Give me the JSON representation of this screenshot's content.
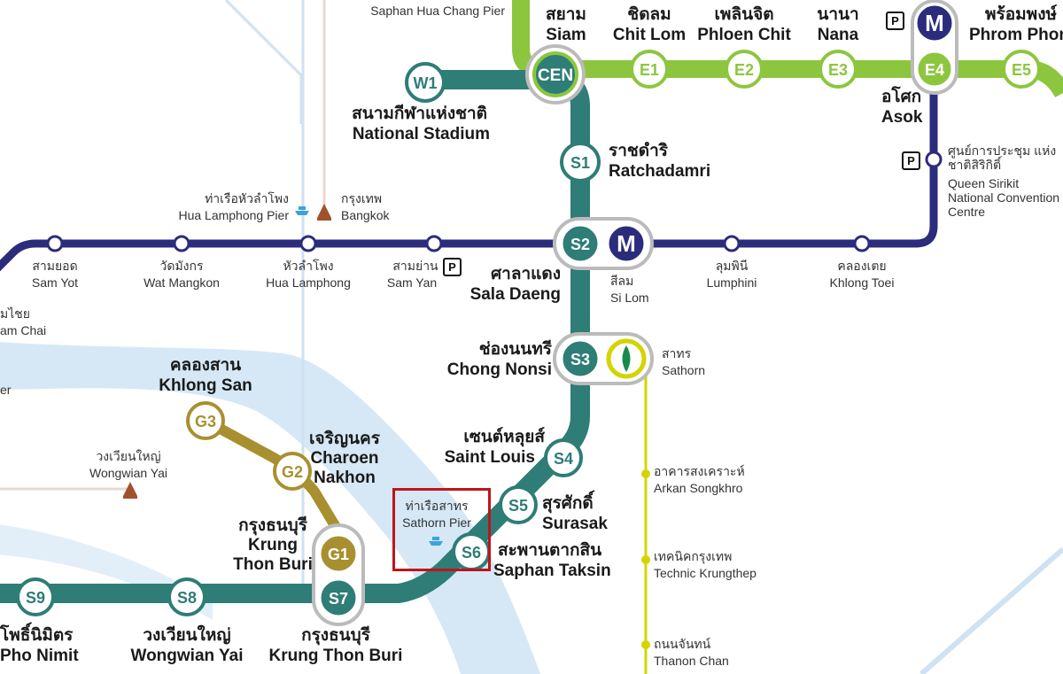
{
  "colors": {
    "sukhumvit": "#8cc63f",
    "silom": "#2e7d76",
    "gold": "#a89030",
    "mrt": "#2b2c7c",
    "srt": "#d4d400",
    "river": "#d6e8f5"
  },
  "icons": {
    "parking": "parking-icon",
    "mrt": "mrt-logo-icon",
    "srt": "srt-logo-icon",
    "boat": "boat-pier-icon",
    "railway": "railway-station-icon"
  },
  "parking_text": "P",
  "mrt_text": "M",
  "stations": {
    "cen": {
      "code": "CEN",
      "th": "สยาม",
      "en": "Siam"
    },
    "e1": {
      "code": "E1",
      "th": "ชิดลม",
      "en": "Chit Lom"
    },
    "e2": {
      "code": "E2",
      "th": "เพลินจิต",
      "en": "Phloen Chit"
    },
    "e3": {
      "code": "E3",
      "th": "นานา",
      "en": "Nana"
    },
    "e4": {
      "code": "E4",
      "th": "อโศก",
      "en": "Asok"
    },
    "e5": {
      "code": "E5",
      "th": "พร้อมพงษ์",
      "en": "Phrom Phong"
    },
    "w1": {
      "code": "W1",
      "th": "สนามกีฬาแห่งชาติ",
      "en": "National Stadium"
    },
    "s1": {
      "code": "S1",
      "th": "ราชดำริ",
      "en": "Ratchadamri"
    },
    "s2": {
      "code": "S2",
      "th": "ศาลาแดง",
      "en": "Sala Daeng"
    },
    "s3": {
      "code": "S3",
      "th": "ช่องนนทรี",
      "en": "Chong Nonsi"
    },
    "s4": {
      "code": "S4",
      "th": "เซนต์หลุยส์",
      "en": "Saint Louis"
    },
    "s5": {
      "code": "S5",
      "th": "สุรศักดิ์",
      "en": "Surasak"
    },
    "s6": {
      "code": "S6",
      "th": "สะพานตากสิน",
      "en": "Saphan Taksin"
    },
    "s7": {
      "code": "S7",
      "th": "กรุงธนบุรี",
      "en": "Krung Thon Buri"
    },
    "s8": {
      "code": "S8",
      "th": "วงเวียนใหญ่",
      "en": "Wongwian Yai"
    },
    "s9": {
      "code": "S9",
      "th": "โพธิ์นิมิตร",
      "en": "Pho Nimit"
    },
    "g1": {
      "code": "G1",
      "th": "กรุงธนบุรี",
      "en": "Krung Thon Buri"
    },
    "g2": {
      "code": "G2",
      "th": "เจริญนคร",
      "en": "Charoen Nakhon"
    },
    "g3": {
      "code": "G3",
      "th": "คลองสาน",
      "en": "Khlong San"
    }
  },
  "mrt_stations": {
    "sam_yot": {
      "th": "สามยอด",
      "en": "Sam Yot"
    },
    "wat_mangkon": {
      "th": "วัดมังกร",
      "en": "Wat Mangkon"
    },
    "hua_lamphong": {
      "th": "หัวลำโพง",
      "en": "Hua Lamphong"
    },
    "sam_yan": {
      "th": "สามย่าน",
      "en": "Sam Yan"
    },
    "si_lom": {
      "th": "สีลม",
      "en": "Si Lom"
    },
    "lumphini": {
      "th": "ลุมพินี",
      "en": "Lumphini"
    },
    "khlong_toei": {
      "th": "คลองเตย",
      "en": "Khlong Toei"
    },
    "qsncc": {
      "th": "ศูนย์การประชุม แห่งชาติสิริกิติ์",
      "en": "Queen Sirikit National Convention Centre"
    },
    "sam_chai": {
      "th": "มไชย",
      "en": "am Chai"
    }
  },
  "srt_stations": {
    "sathorn": {
      "th": "สาทร",
      "en": "Sathorn"
    },
    "arkan": {
      "th": "อาคารสงเคราะห์",
      "en": "Arkan Songkhro"
    },
    "technic": {
      "th": "เทคนิคกรุงเทพ",
      "en": "Technic Krungthep"
    },
    "thanon_chan": {
      "th": "ถนนจันทน์",
      "en": "Thanon Chan"
    }
  },
  "places": {
    "saphan_hua_chang": {
      "en": "Saphan Hua Chang Pier"
    },
    "hua_lamphong_pier": {
      "th": "ท่าเรือหัวลำโพง",
      "en": "Hua Lamphong Pier"
    },
    "bangkok": {
      "th": "กรุงเทพ",
      "en": "Bangkok"
    },
    "wongwian_yai_rail": {
      "th": "วงเวียนใหญ่",
      "en": "Wongwian Yai"
    },
    "sathorn_pier": {
      "th": "ท่าเรือสาทร",
      "en": "Sathorn Pier"
    },
    "edge_left": {
      "en": "er"
    }
  }
}
